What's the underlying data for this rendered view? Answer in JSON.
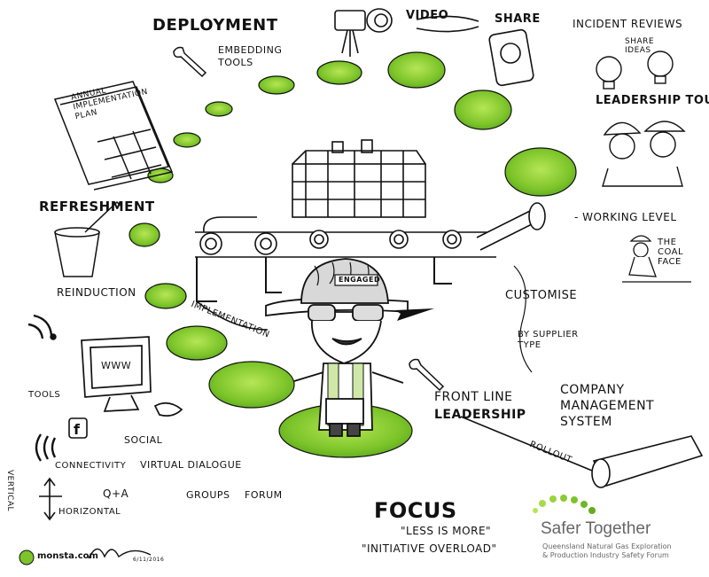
{
  "labels": {
    "deployment": "DEPLOYMENT",
    "embedding_tools": "EMBEDDING TOOLS",
    "video": "VIDEO",
    "share": "SHARE",
    "incident_reviews": "INCIDENT REVIEWS",
    "share_ideas": "SHARE IDEAS",
    "leadership_tours": "LEADERSHIP TOURS",
    "annual_plan": "ANNUAL IMPLEMENTATION PLAN",
    "refreshment": "REFRESHMENT",
    "reinduction": "REINDUCTION",
    "working_level": "- WORKING LEVEL",
    "the_coal_face": "THE COAL FACE",
    "implementation": "IMPLEMENTATION",
    "engaged": "ENGAGED",
    "customise": "CUSTOMISE",
    "by_supplier_type": "BY SUPPLIER TYPE",
    "www": "WWW",
    "tools": "TOOLS",
    "front_line": "FRONT LINE",
    "leadership": "LEADERSHIP",
    "company": "COMPANY",
    "management": "MANAGEMENT",
    "system": "SYSTEM",
    "rollout": "ROLLOUT",
    "social": "SOCIAL",
    "connectivity": "CONNECTIVITY",
    "virtual_dialogue": "VIRTUAL DIALOGUE",
    "vertical": "VERTICAL",
    "horizontal": "HORIZONTAL",
    "qa": "Q+A",
    "groups": "GROUPS",
    "forum": "FORUM",
    "focus": "FOCUS",
    "less_is_more": "\"LESS IS MORE\"",
    "initiative_overload": "\"INITIATIVE OVERLOAD\"",
    "brand_title": "Safer Together",
    "brand_sub1": "Queensland Natural Gas Exploration",
    "brand_sub2": "& Production Industry Safety Forum",
    "monsta": "monsta.com",
    "date": "6/11/2016"
  },
  "colors": {
    "accent_green": "#7cc42a",
    "light_green": "#a6dc4a",
    "ink": "#111111",
    "brand_gray": "#666666"
  },
  "icons": [
    "video-camera-icon",
    "smartphone-icon",
    "lightbulb-icon",
    "hard-hat-icon",
    "wrench-icon",
    "calendar-icon",
    "cup-icon",
    "computer-icon",
    "wifi-icon",
    "facebook-icon",
    "pipeline-plant-icon",
    "pipe-icon",
    "rolled-scroll-icon"
  ]
}
